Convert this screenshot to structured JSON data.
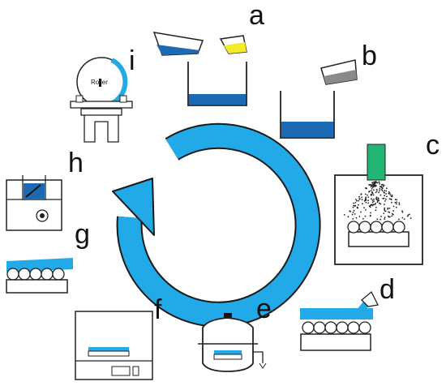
{
  "steps": [
    {
      "letter": "a",
      "icon": "mixing-beakers-icon"
    },
    {
      "letter": "b",
      "icon": "pour-beaker-icon"
    },
    {
      "letter": "c",
      "icon": "spray-deposition-icon"
    },
    {
      "letter": "d",
      "icon": "pour-coating-icon"
    },
    {
      "letter": "e",
      "icon": "pressure-vessel-icon"
    },
    {
      "letter": "f",
      "icon": "oven-icon"
    },
    {
      "letter": "g",
      "icon": "coated-substrate-icon"
    },
    {
      "letter": "h",
      "icon": "hotplate-stirrer-icon"
    },
    {
      "letter": "i",
      "icon": "roller-mill-icon"
    }
  ],
  "roller_label": "Roller",
  "cycle_icon": "cycle-arrow-icon",
  "colors": {
    "blue": "#1b6ab3",
    "cyan": "#21a9e8",
    "yellow": "#f2ea2a",
    "green": "#22b573",
    "gray": "#8a8a8a",
    "outline": "#222222"
  }
}
